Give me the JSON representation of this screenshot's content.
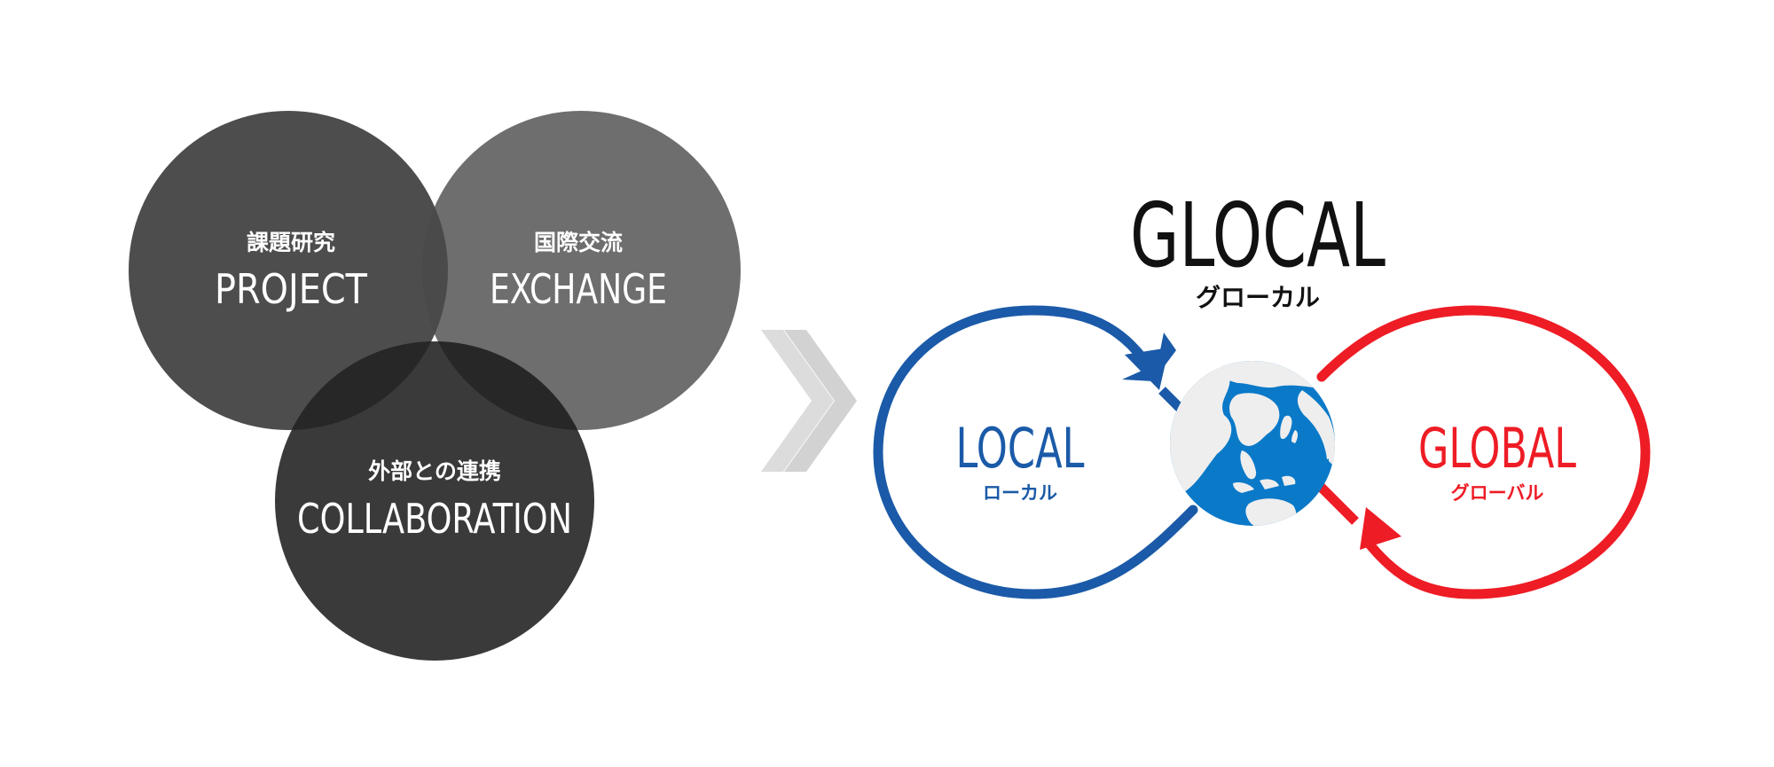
{
  "venn": {
    "project": {
      "ja": "課題研究",
      "en": "PROJECT",
      "color": "#4d4d4d"
    },
    "exchange": {
      "ja": "国際交流",
      "en": "EXCHANGE",
      "color": "#6e6e6e"
    },
    "collaboration": {
      "ja": "外部との連携",
      "en": "COLLABORATION",
      "color": "#3a3a3a"
    },
    "overlap_color": "#272727"
  },
  "glocal": {
    "title": "GLOCAL",
    "subtitle": "グローカル",
    "local": {
      "en": "LOCAL",
      "ja": "ローカル",
      "color": "#1b5aa8"
    },
    "global": {
      "en": "GLOBAL",
      "ja": "グローバル",
      "color": "#ee1c25"
    },
    "globe_ocean": "#0a79c8",
    "globe_land": "#eeeeee"
  },
  "icons": {
    "chevron": "chevron-double-right-icon",
    "globe": "globe-icon"
  }
}
